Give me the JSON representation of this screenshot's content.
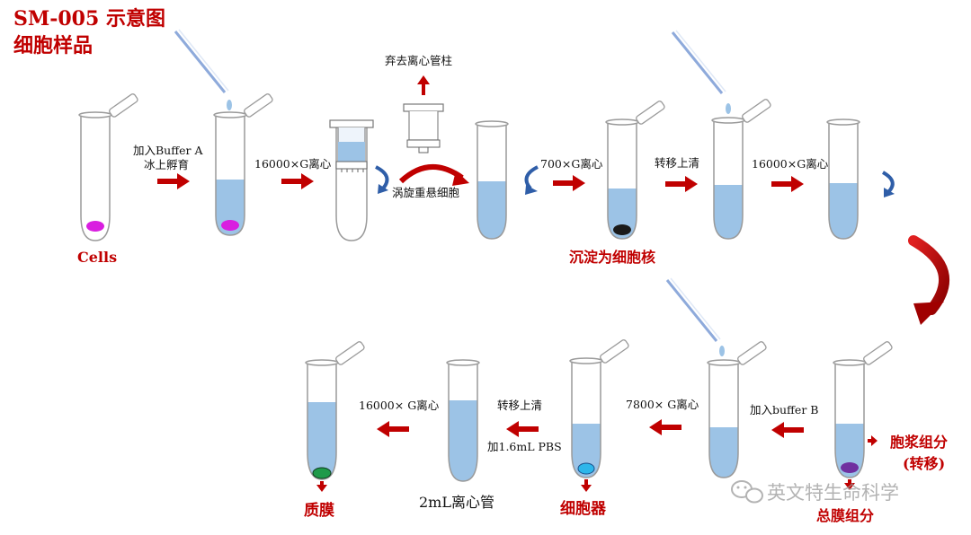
{
  "title": {
    "line1": "SM-005 示意图",
    "line2": "细胞样品"
  },
  "steps": {
    "add_buffer_a_1": "加入Buffer A",
    "add_buffer_a_2": "冰上孵育",
    "spin_16000_first": "16000×G离心",
    "discard_column": "弃去离心管柱",
    "vortex_resuspend": "涡旋重悬细胞",
    "spin_700": "700×G离心",
    "transfer_supernatant_1": "转移上清",
    "spin_16000_second": "16000×G离心",
    "add_buffer_b": "加入buffer B",
    "spin_7800": "7800× G离心",
    "transfer_supernatant_2": "转移上清",
    "add_pbs": "加1.6mL PBS",
    "spin_16000_third": "16000× G离心"
  },
  "labels": {
    "cells": "Cells",
    "nuclei_pellet": "沉淀为细胞核",
    "cytoplasm_fraction": "胞浆组分",
    "cytoplasm_transfer": "(转移)",
    "total_membrane": "总膜组分",
    "organelles": "细胞器",
    "tube_2ml": "2mL离心管",
    "plasma_membrane": "质膜"
  },
  "watermark": "英文特生命科学",
  "colors": {
    "title_red": "#c00000",
    "arrow_red": "#c00000",
    "liquid_blue": "#9cc3e6",
    "tube_outline": "#9a9a9a",
    "cells_magenta": "#d91ee0",
    "nuclei_black": "#1a1a1a",
    "membrane_purple": "#7030a0",
    "organelle_cyan": "#2eb6ea",
    "plasma_green": "#1f9a4a",
    "invert_arrow_blue": "#2f5ea8"
  }
}
